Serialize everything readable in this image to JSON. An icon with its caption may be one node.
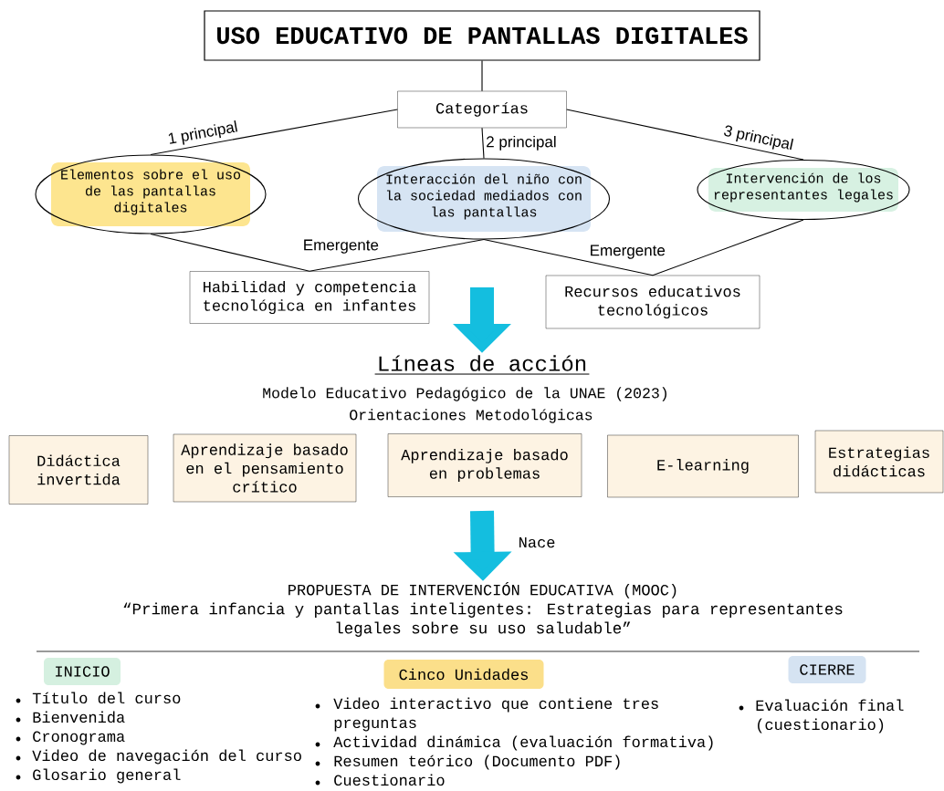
{
  "diagram": {
    "nodes": [
      {
        "text": [
          "USO EDUCATIVO DE PANTALLAS DIGITALES"
        ]
      },
      {
        "text": [
          "Categorías"
        ]
      },
      {
        "text": [
          "Elementos sobre el uso de las pantallas digitales"
        ]
      },
      {
        "text": [
          "Interacción del niño con la sociedad mediados con las pantallas"
        ]
      },
      {
        "text": [
          "Intervención de los representantes legales"
        ]
      },
      {
        "text": [
          "Habilidad y competencia tecnológica en infantes"
        ]
      },
      {
        "text": [
          "Recursos educativos tecnológicos"
        ]
      },
      {
        "text": [
          "Líneas de acción"
        ]
      },
      {
        "text": [
          "Didáctica invertida"
        ]
      },
      {
        "text": [
          "Aprendizaje basado en el pensamiento crítico"
        ]
      },
      {
        "text": [
          "Aprendizaje basado en problemas"
        ]
      },
      {
        "text": [
          "E-learning"
        ]
      },
      {
        "text": [
          "Estrategias didácticas"
        ]
      },
      {
        "text": [
          "PROPUESTA DE INTERVENCIÓN EDUCATIVA (MOOC)",
          "“Primera infancia y pantallas inteligentes: Estrategias para representantes legales sobre su uso saludable”"
        ]
      },
      {
        "text": [
          "INICIO"
        ]
      },
      {
        "text": [
          "Cinco Unidades"
        ]
      },
      {
        "text": [
          "CIERRE"
        ]
      }
    ],
    "edges": [
      {
        "from": 0,
        "to": 1,
        "arrow": "none"
      },
      {
        "from": 1,
        "to": 2,
        "arrow": "none",
        "label": "1 principal"
      },
      {
        "from": 1,
        "to": 3,
        "arrow": "none",
        "label": "2 principal"
      },
      {
        "from": 1,
        "to": 4,
        "arrow": "none",
        "label": "3 principal"
      },
      {
        "from": 2,
        "to": 5,
        "arrow": "none"
      },
      {
        "from": 3,
        "to": 5,
        "arrow": "none",
        "label": "Emergente"
      },
      {
        "from": 3,
        "to": 6,
        "arrow": "none",
        "label": "Emergente"
      },
      {
        "from": 4,
        "to": 6,
        "arrow": "none"
      },
      {
        "from": null,
        "to": 7,
        "arrow": "to",
        "style": "thick",
        "color": "#14bedf"
      },
      {
        "from": null,
        "to": 13,
        "arrow": "to",
        "style": "thick",
        "color": "#14bedf",
        "label": "Nace"
      }
    ],
    "labels": [
      "Modelo Educativo Pedagógico de la UNAE (2023)",
      "Orientaciones Metodológicas",
      "Título del curso",
      "Bienvenida",
      "Cronograma",
      "Video de navegación del curso",
      "Glosario general",
      "Video interactivo que contiene tres preguntas",
      "Actividad dinámica (evaluación formativa)",
      "Resumen teórico (Documento PDF)",
      "Cuestionario",
      "Evaluación final (cuestionario)"
    ]
  }
}
